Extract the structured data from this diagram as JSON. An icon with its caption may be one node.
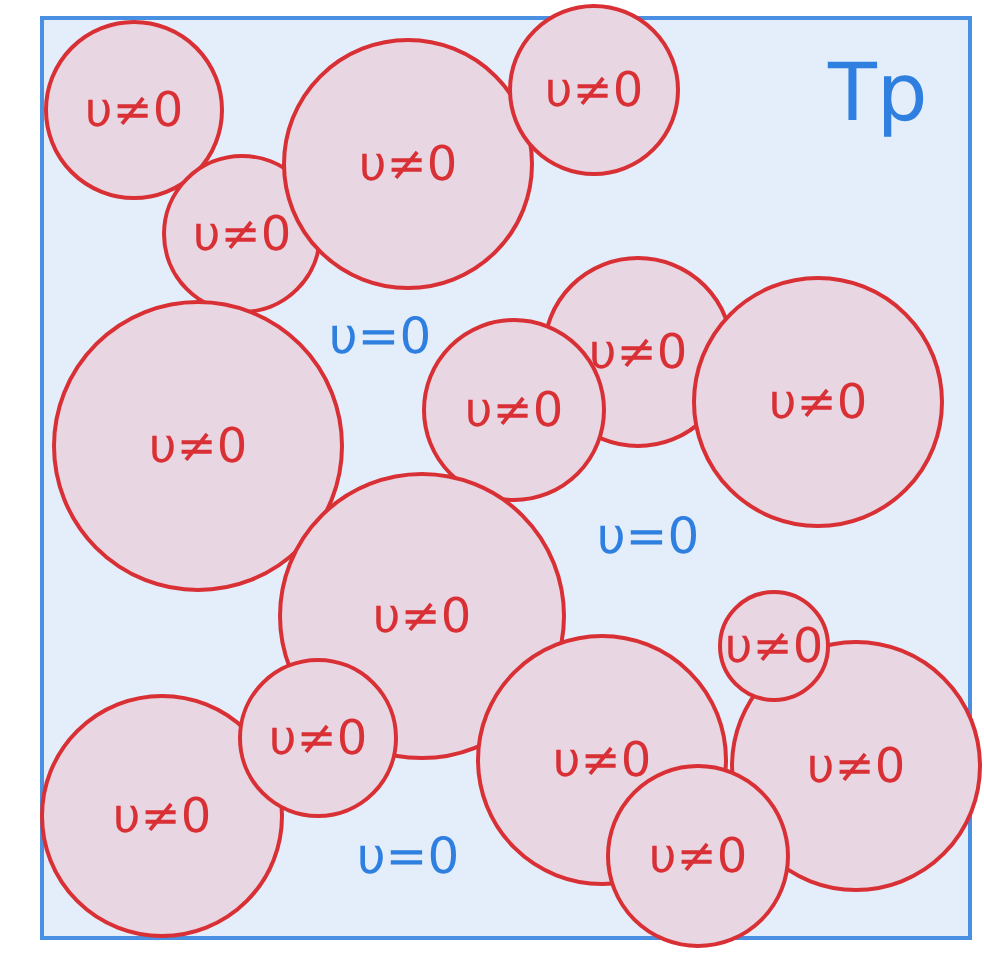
{
  "diagram": {
    "nodes": [
      {
        "text": [
          "Tp"
        ]
      },
      {
        "text": [
          "υ≠0"
        ],
        "in": 0
      },
      {
        "text": [
          "υ≠0"
        ],
        "in": 0
      },
      {
        "text": [
          "υ≠0"
        ],
        "in": 0
      },
      {
        "text": [
          "υ≠0"
        ],
        "in": 0
      },
      {
        "text": [
          "υ≠0"
        ],
        "in": 0
      },
      {
        "text": [
          "υ≠0"
        ],
        "in": 0
      },
      {
        "text": [
          "υ≠0"
        ],
        "in": 0
      },
      {
        "text": [
          "υ≠0"
        ],
        "in": 0
      },
      {
        "text": [
          "υ≠0"
        ],
        "in": 0
      },
      {
        "text": [
          "υ≠0"
        ],
        "in": 0
      },
      {
        "text": [
          "υ≠0"
        ],
        "in": 0
      },
      {
        "text": [
          "υ≠0"
        ],
        "in": 0
      },
      {
        "text": [
          "υ≠0"
        ],
        "in": 0
      },
      {
        "text": [
          "υ≠0"
        ],
        "in": 0
      },
      {
        "text": [
          "υ≠0"
        ],
        "in": 0
      }
    ],
    "labels": [
      "υ=0",
      "υ=0",
      "υ=0"
    ]
  }
}
